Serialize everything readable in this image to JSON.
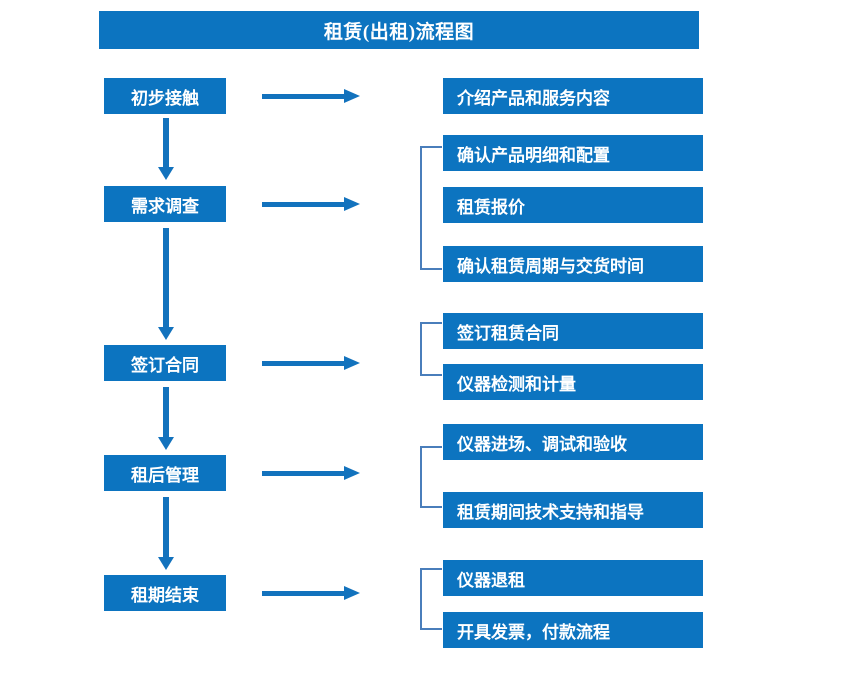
{
  "title": "租赁(出租)流程图",
  "accent_color": "#0c74c0",
  "arrow_color": "#1272bd",
  "bracket_color": "#4a7ebb",
  "stages": [
    {
      "label": "初步接触"
    },
    {
      "label": "需求调查"
    },
    {
      "label": "签订合同"
    },
    {
      "label": "租后管理"
    },
    {
      "label": "租期结束"
    }
  ],
  "details": [
    {
      "label": "介绍产品和服务内容"
    },
    {
      "label": "确认产品明细和配置"
    },
    {
      "label": "租赁报价"
    },
    {
      "label": "确认租赁周期与交货时间"
    },
    {
      "label": "签订租赁合同"
    },
    {
      "label": "仪器检测和计量"
    },
    {
      "label": "仪器进场、调试和验收"
    },
    {
      "label": "租赁期间技术支持和指导"
    },
    {
      "label": "仪器退租"
    },
    {
      "label": "开具发票，付款流程"
    }
  ]
}
